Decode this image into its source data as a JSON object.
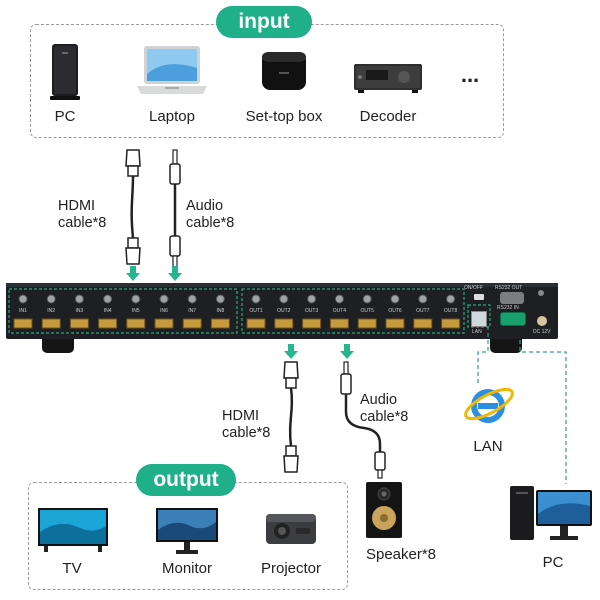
{
  "input": {
    "title": "input",
    "devices": [
      {
        "label": "PC",
        "icon": "pc-tower-icon"
      },
      {
        "label": "Laptop",
        "icon": "laptop-icon"
      },
      {
        "label": "Set-top box",
        "icon": "set-top-box-icon"
      },
      {
        "label": "Decoder",
        "icon": "decoder-icon"
      },
      {
        "label": "...",
        "icon": "more-dots-icon"
      }
    ]
  },
  "input_cables": {
    "hdmi": "HDMI\ncable*8",
    "audio": "Audio\ncable*8"
  },
  "matrix": {
    "in_labels": [
      "IN1",
      "IN2",
      "IN3",
      "IN4",
      "IN5",
      "IN6",
      "IN7",
      "IN8"
    ],
    "out_labels": [
      "OUT1",
      "OUT2",
      "OUT3",
      "OUT4",
      "OUT5",
      "OUT6",
      "OUT7",
      "OUT8"
    ],
    "on_off": "ON/OFF",
    "rs232_out": "RS232 OUT",
    "rs232_in": "RS232 IN",
    "lan": "LAN",
    "dc": "DC 12V"
  },
  "output_cables": {
    "hdmi": "HDMI\ncable*8",
    "audio": "Audio\ncable*8"
  },
  "lan_label": "LAN",
  "output": {
    "title": "output",
    "devices": [
      {
        "label": "TV",
        "icon": "tv-icon"
      },
      {
        "label": "Monitor",
        "icon": "monitor-icon"
      },
      {
        "label": "Projector",
        "icon": "projector-icon"
      }
    ]
  },
  "speaker_label": "Speaker*8",
  "pc_label": "PC",
  "colors": {
    "accent": "#1fb08a",
    "arrow": "#27b58f",
    "dashed": "#9a9a9a",
    "lan_line": "#3a9a94"
  }
}
